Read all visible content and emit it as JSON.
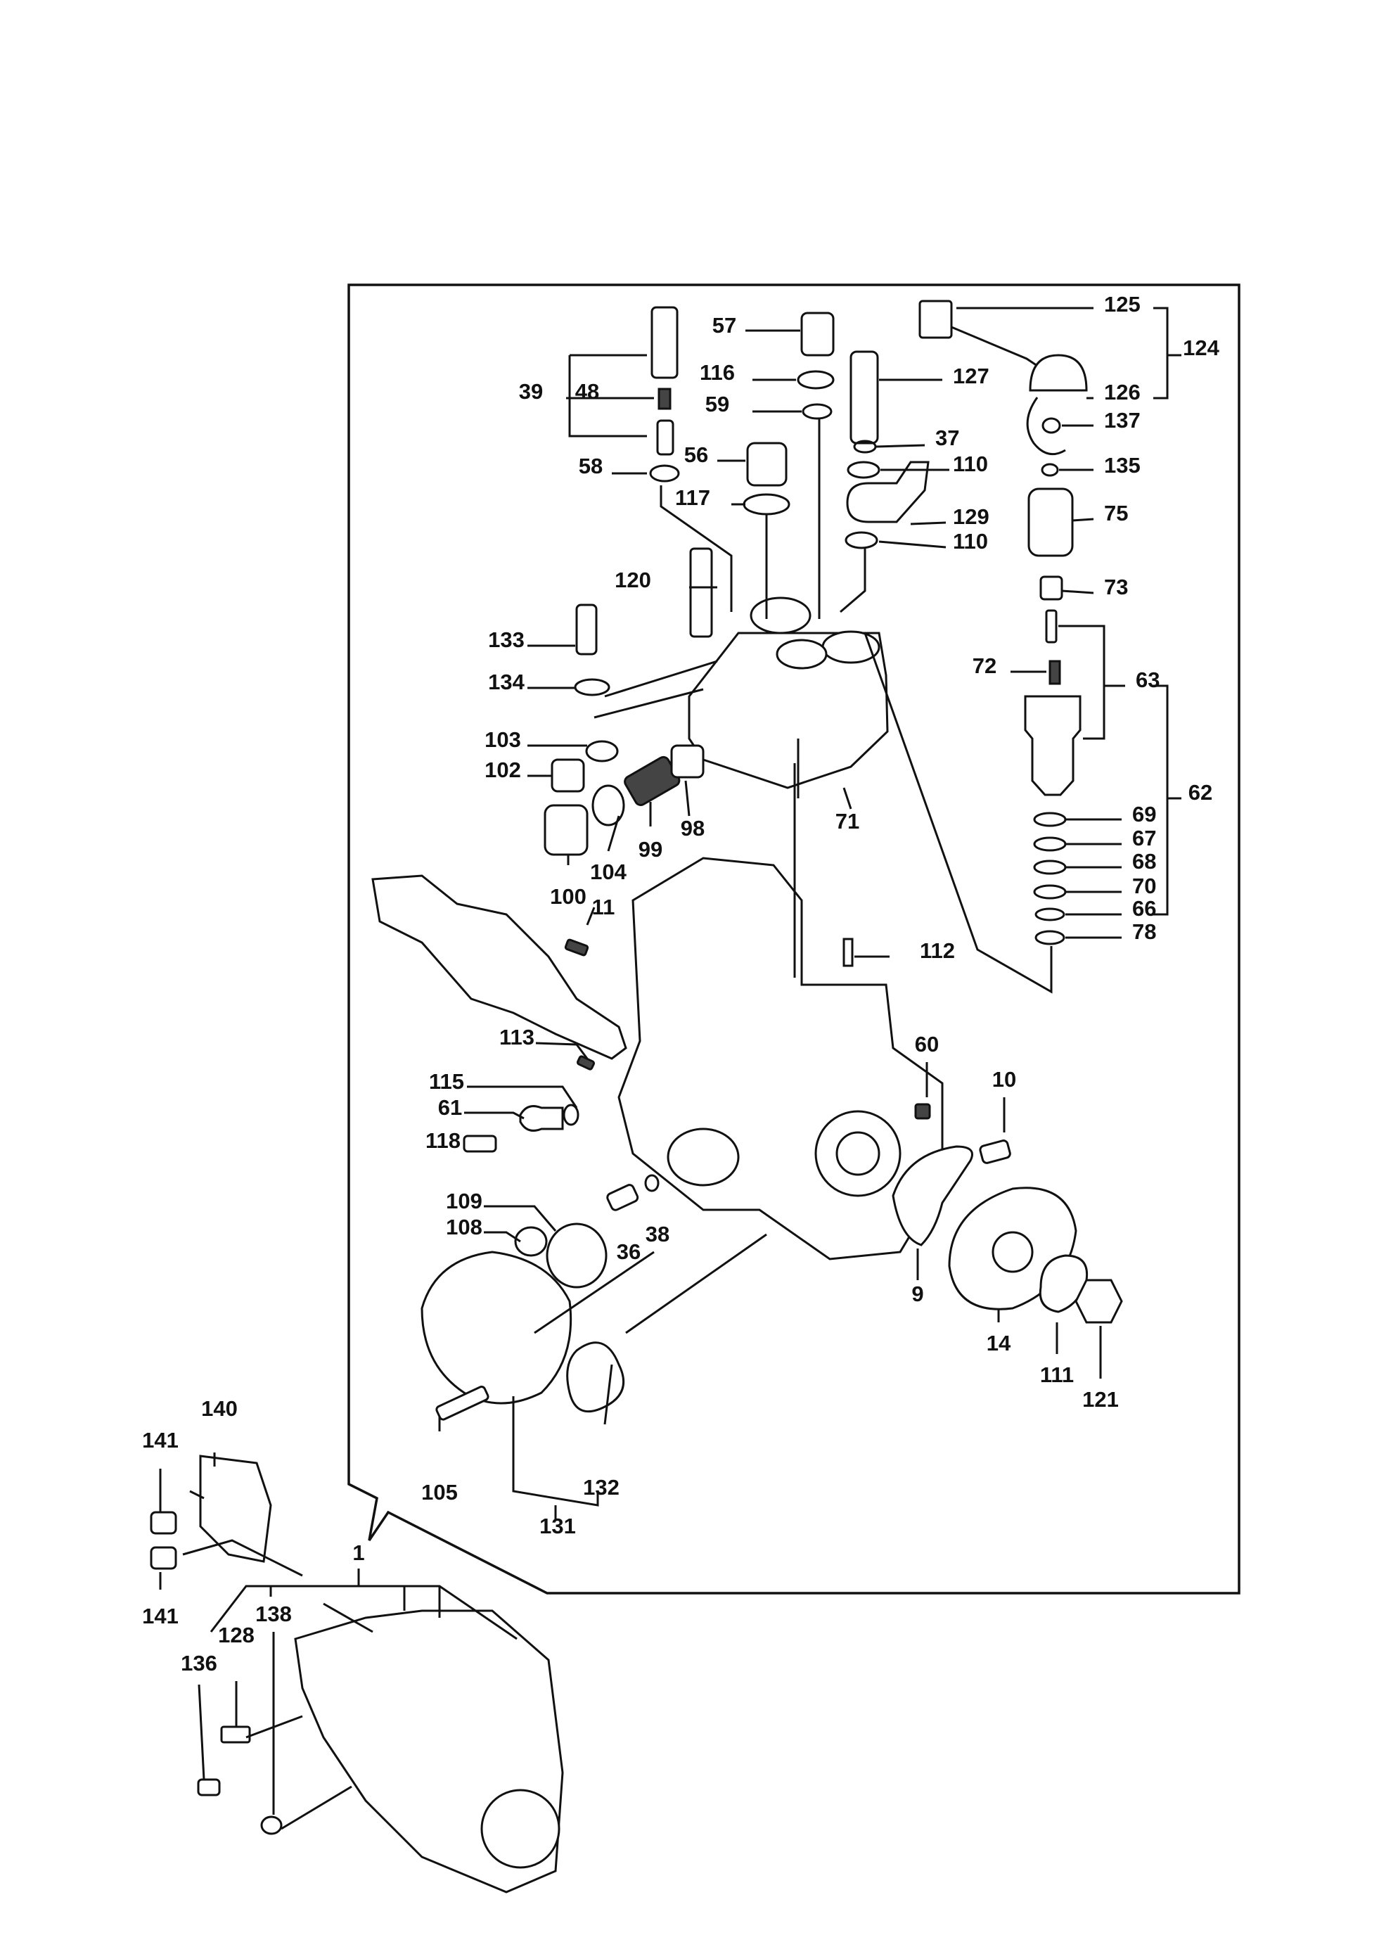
{
  "diagram": {
    "type": "exploded-parts-diagram",
    "callouts": [
      {
        "id": "c1",
        "text": "1"
      },
      {
        "id": "c9",
        "text": "9"
      },
      {
        "id": "c10",
        "text": "10"
      },
      {
        "id": "c11",
        "text": "11"
      },
      {
        "id": "c14",
        "text": "14"
      },
      {
        "id": "c36",
        "text": "36"
      },
      {
        "id": "c37",
        "text": "37"
      },
      {
        "id": "c38",
        "text": "38"
      },
      {
        "id": "c39",
        "text": "39"
      },
      {
        "id": "c48",
        "text": "48"
      },
      {
        "id": "c56",
        "text": "56"
      },
      {
        "id": "c57",
        "text": "57"
      },
      {
        "id": "c58",
        "text": "58"
      },
      {
        "id": "c59",
        "text": "59"
      },
      {
        "id": "c60",
        "text": "60"
      },
      {
        "id": "c61",
        "text": "61"
      },
      {
        "id": "c62",
        "text": "62"
      },
      {
        "id": "c63",
        "text": "63"
      },
      {
        "id": "c66",
        "text": "66"
      },
      {
        "id": "c67",
        "text": "67"
      },
      {
        "id": "c68",
        "text": "68"
      },
      {
        "id": "c69",
        "text": "69"
      },
      {
        "id": "c70",
        "text": "70"
      },
      {
        "id": "c71",
        "text": "71"
      },
      {
        "id": "c72",
        "text": "72"
      },
      {
        "id": "c73",
        "text": "73"
      },
      {
        "id": "c75",
        "text": "75"
      },
      {
        "id": "c78",
        "text": "78"
      },
      {
        "id": "c98",
        "text": "98"
      },
      {
        "id": "c99",
        "text": "99"
      },
      {
        "id": "c100",
        "text": "100"
      },
      {
        "id": "c102",
        "text": "102"
      },
      {
        "id": "c103",
        "text": "103"
      },
      {
        "id": "c104",
        "text": "104"
      },
      {
        "id": "c105",
        "text": "105"
      },
      {
        "id": "c108",
        "text": "108"
      },
      {
        "id": "c109",
        "text": "109"
      },
      {
        "id": "c110a",
        "text": "110"
      },
      {
        "id": "c110b",
        "text": "110"
      },
      {
        "id": "c111",
        "text": "111"
      },
      {
        "id": "c112",
        "text": "112"
      },
      {
        "id": "c113",
        "text": "113"
      },
      {
        "id": "c115",
        "text": "115"
      },
      {
        "id": "c116",
        "text": "116"
      },
      {
        "id": "c117",
        "text": "117"
      },
      {
        "id": "c118",
        "text": "118"
      },
      {
        "id": "c120",
        "text": "120"
      },
      {
        "id": "c121",
        "text": "121"
      },
      {
        "id": "c124",
        "text": "124"
      },
      {
        "id": "c125",
        "text": "125"
      },
      {
        "id": "c126",
        "text": "126"
      },
      {
        "id": "c127",
        "text": "127"
      },
      {
        "id": "c128",
        "text": "128"
      },
      {
        "id": "c129",
        "text": "129"
      },
      {
        "id": "c131",
        "text": "131"
      },
      {
        "id": "c132",
        "text": "132"
      },
      {
        "id": "c133",
        "text": "133"
      },
      {
        "id": "c134",
        "text": "134"
      },
      {
        "id": "c135",
        "text": "135"
      },
      {
        "id": "c136",
        "text": "136"
      },
      {
        "id": "c137",
        "text": "137"
      },
      {
        "id": "c138",
        "text": "138"
      },
      {
        "id": "c140",
        "text": "140"
      },
      {
        "id": "c141a",
        "text": "141"
      },
      {
        "id": "c141b",
        "text": "141"
      }
    ]
  }
}
